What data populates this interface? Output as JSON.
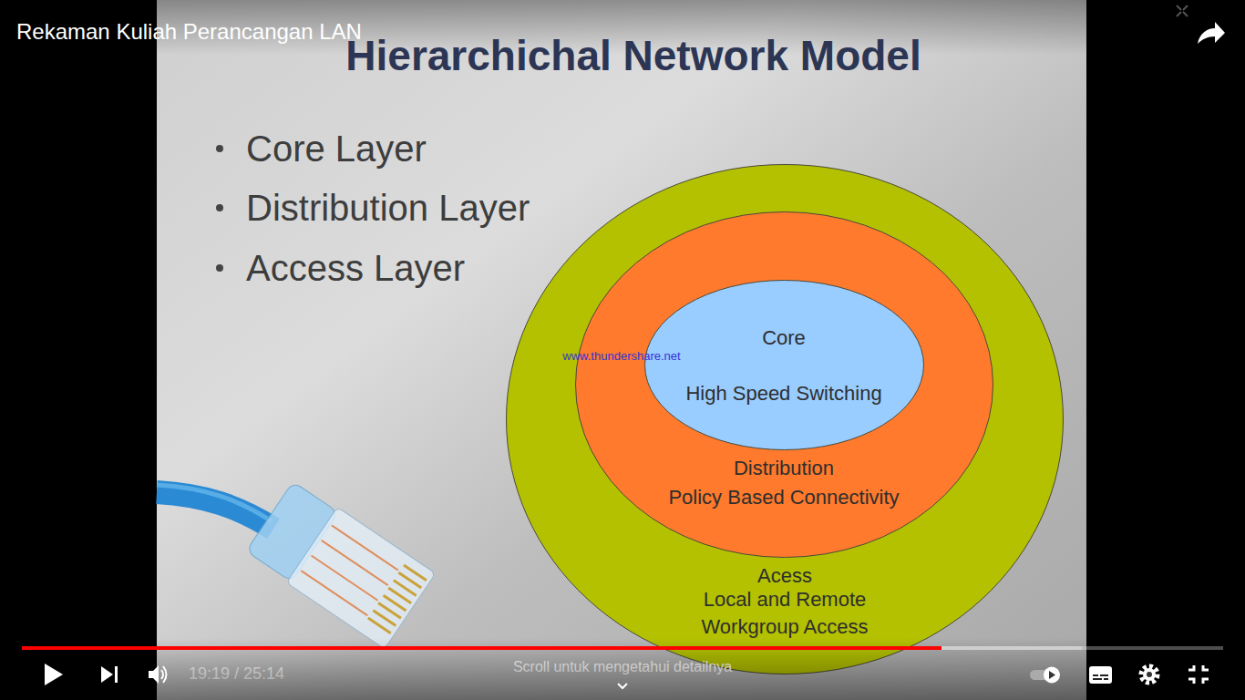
{
  "diagram": {
    "title": "Hierarchichal Network Model",
    "nodes": [
      {
        "text": [
          "Acess",
          "Local and Remote Workgroup Access"
        ]
      },
      {
        "text": [
          "Distribution",
          "Policy Based Connectivity"
        ],
        "in": 0
      },
      {
        "text": [
          "Core",
          "High Speed Switching"
        ],
        "in": 1
      }
    ],
    "labels": [
      "Rekaman Kuliah Perancangan LAN",
      "Core Layer",
      "Distribution Layer",
      "Access Layer",
      "www.thundershare.net",
      "19:19 / 25:14",
      "Scroll untuk mengetahui detailnya"
    ]
  }
}
